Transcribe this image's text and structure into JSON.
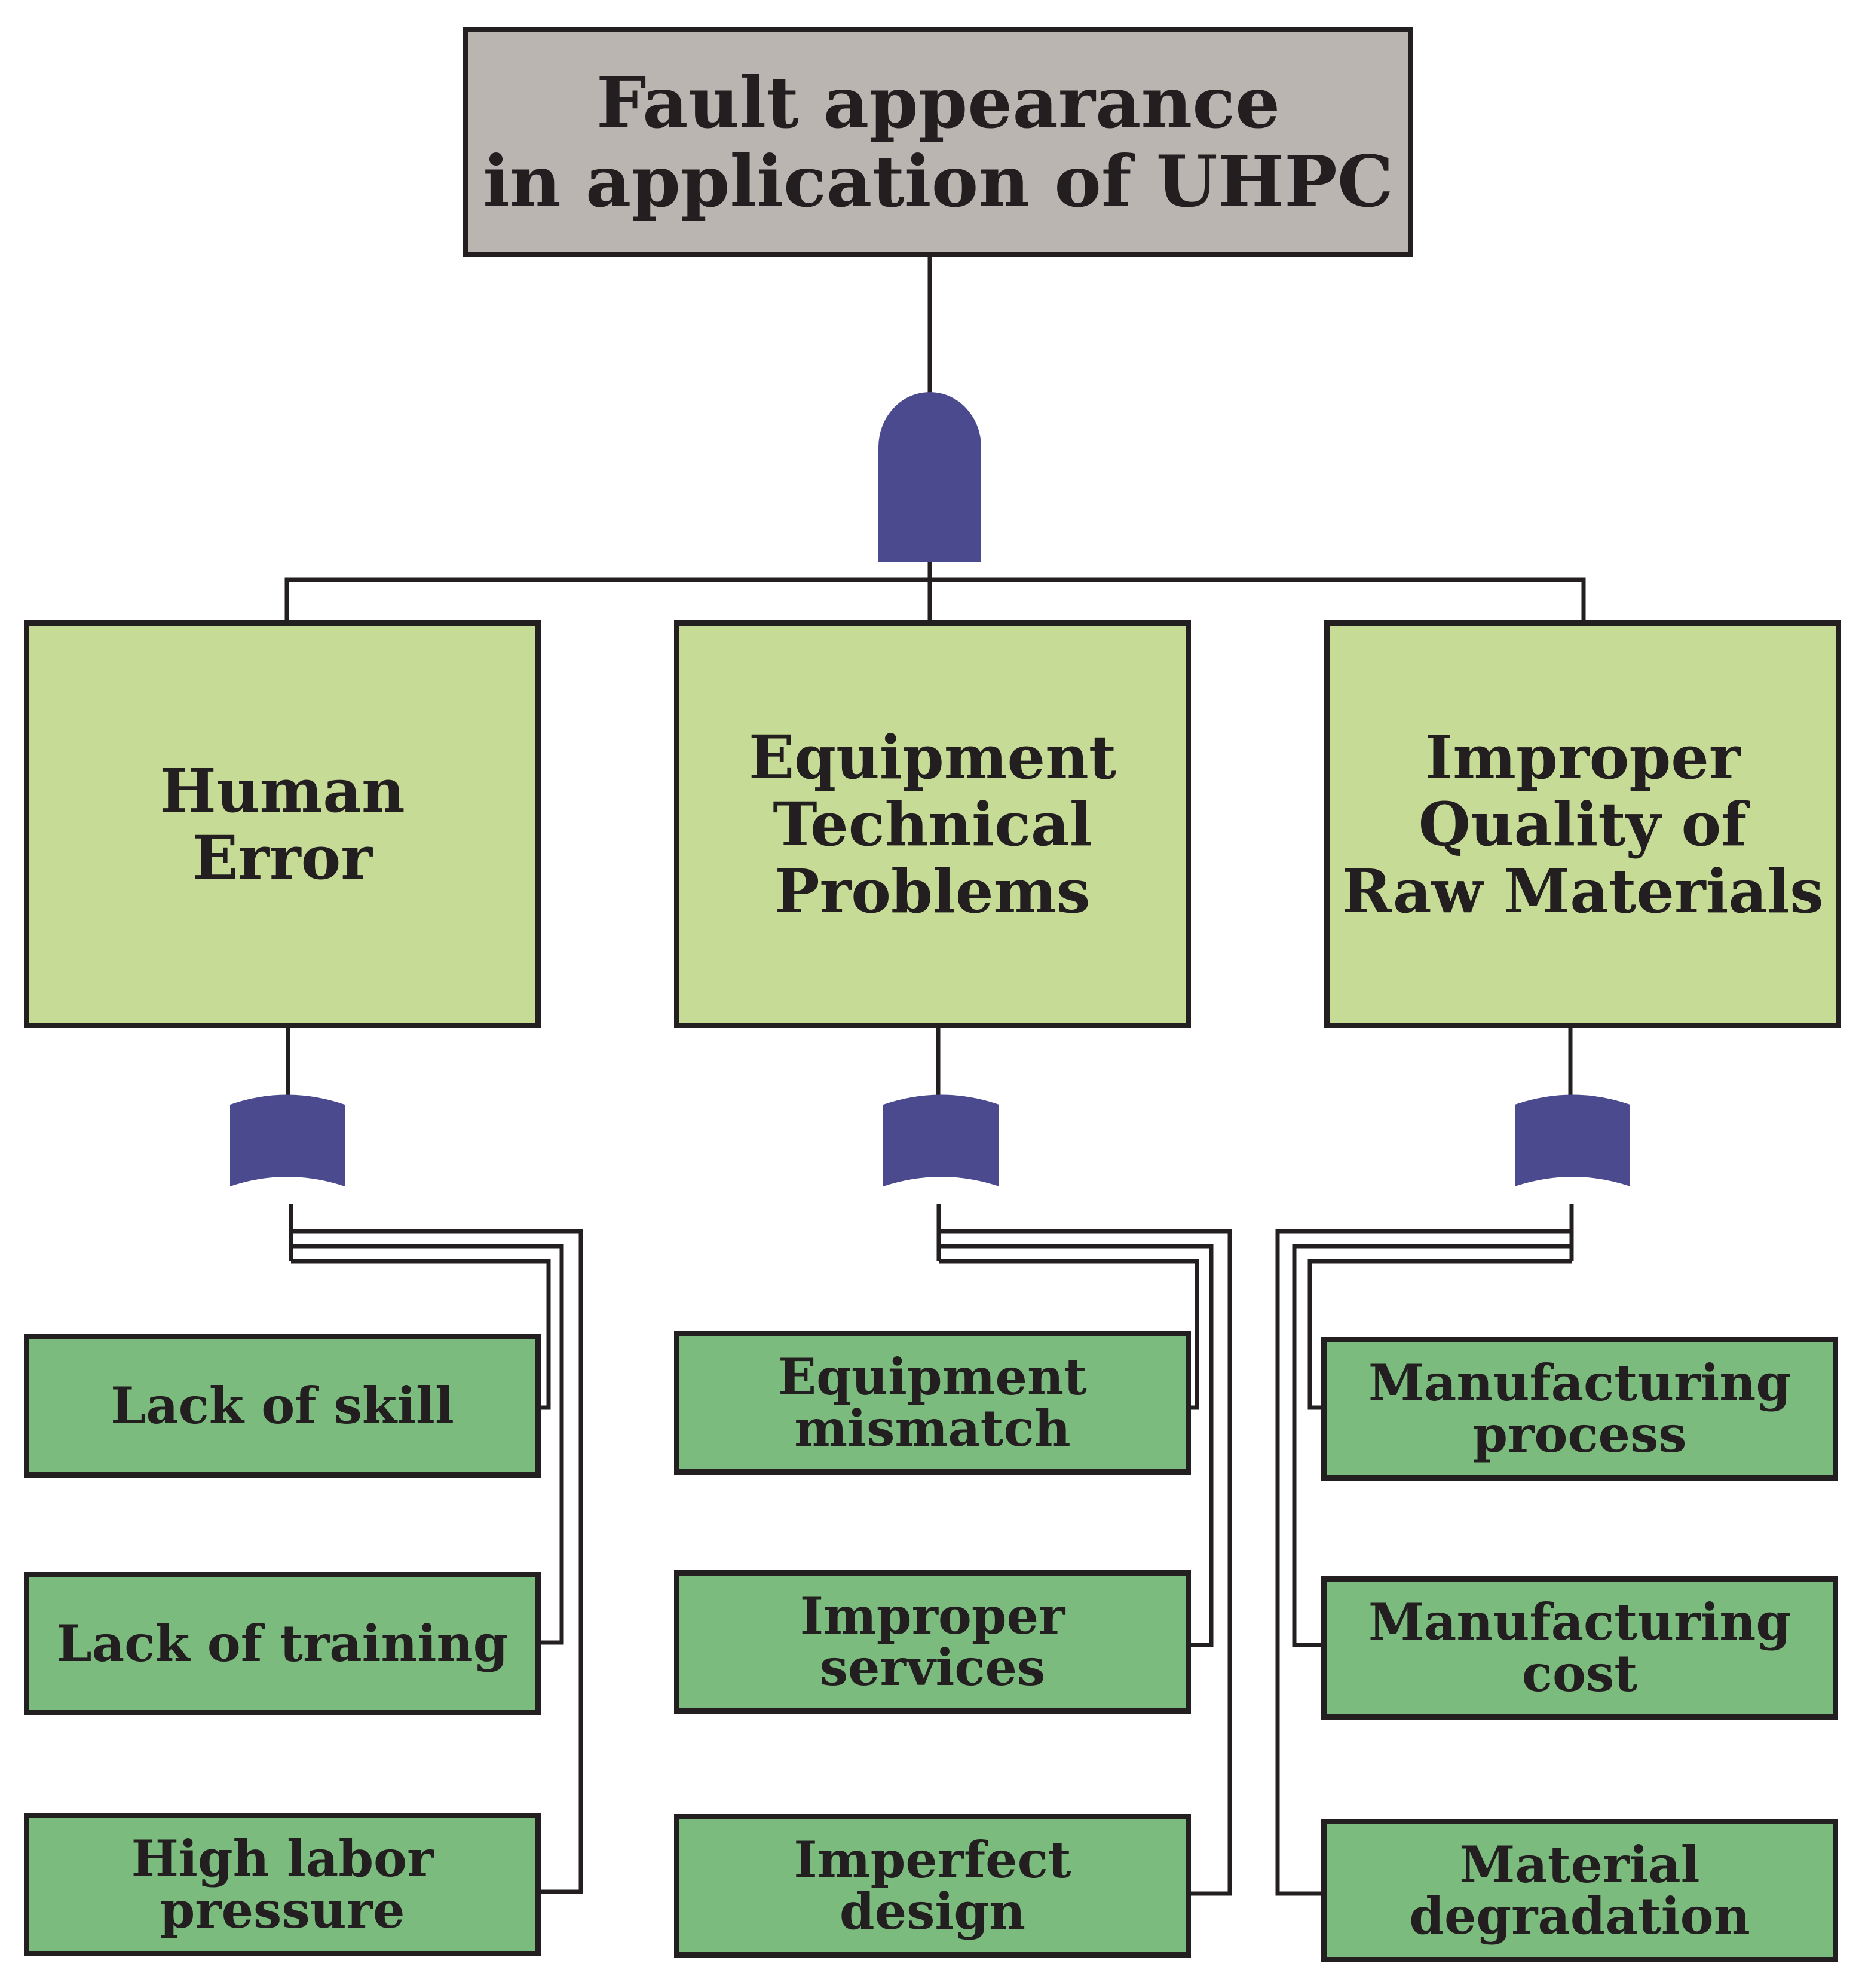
{
  "top_event": {
    "lines": [
      "Fault appearance",
      "in application of UHPC"
    ]
  },
  "gates": {
    "top": "and-gate",
    "branch": "or-gate"
  },
  "colors": {
    "top_box": "#bbb5b1",
    "category_box": "#c6dc96",
    "leaf_box": "#7bbb7e",
    "gate": "#4b4a8f",
    "line": "#231f20"
  },
  "categories": [
    {
      "lines": [
        "Human",
        "Error"
      ],
      "causes": [
        {
          "lines": [
            "Lack of skill"
          ]
        },
        {
          "lines": [
            "Lack of training"
          ]
        },
        {
          "lines": [
            "High labor",
            "pressure"
          ]
        }
      ]
    },
    {
      "lines": [
        "Equipment",
        "Technical",
        "Problems"
      ],
      "causes": [
        {
          "lines": [
            "Equipment",
            "mismatch"
          ]
        },
        {
          "lines": [
            "Improper",
            "services"
          ]
        },
        {
          "lines": [
            "Imperfect",
            "design"
          ]
        }
      ]
    },
    {
      "lines": [
        "Improper",
        "Quality of",
        "Raw Materials"
      ],
      "causes": [
        {
          "lines": [
            "Manufacturing",
            "process"
          ]
        },
        {
          "lines": [
            "Manufacturing",
            "cost"
          ]
        },
        {
          "lines": [
            "Material",
            "degradation"
          ]
        }
      ]
    }
  ]
}
